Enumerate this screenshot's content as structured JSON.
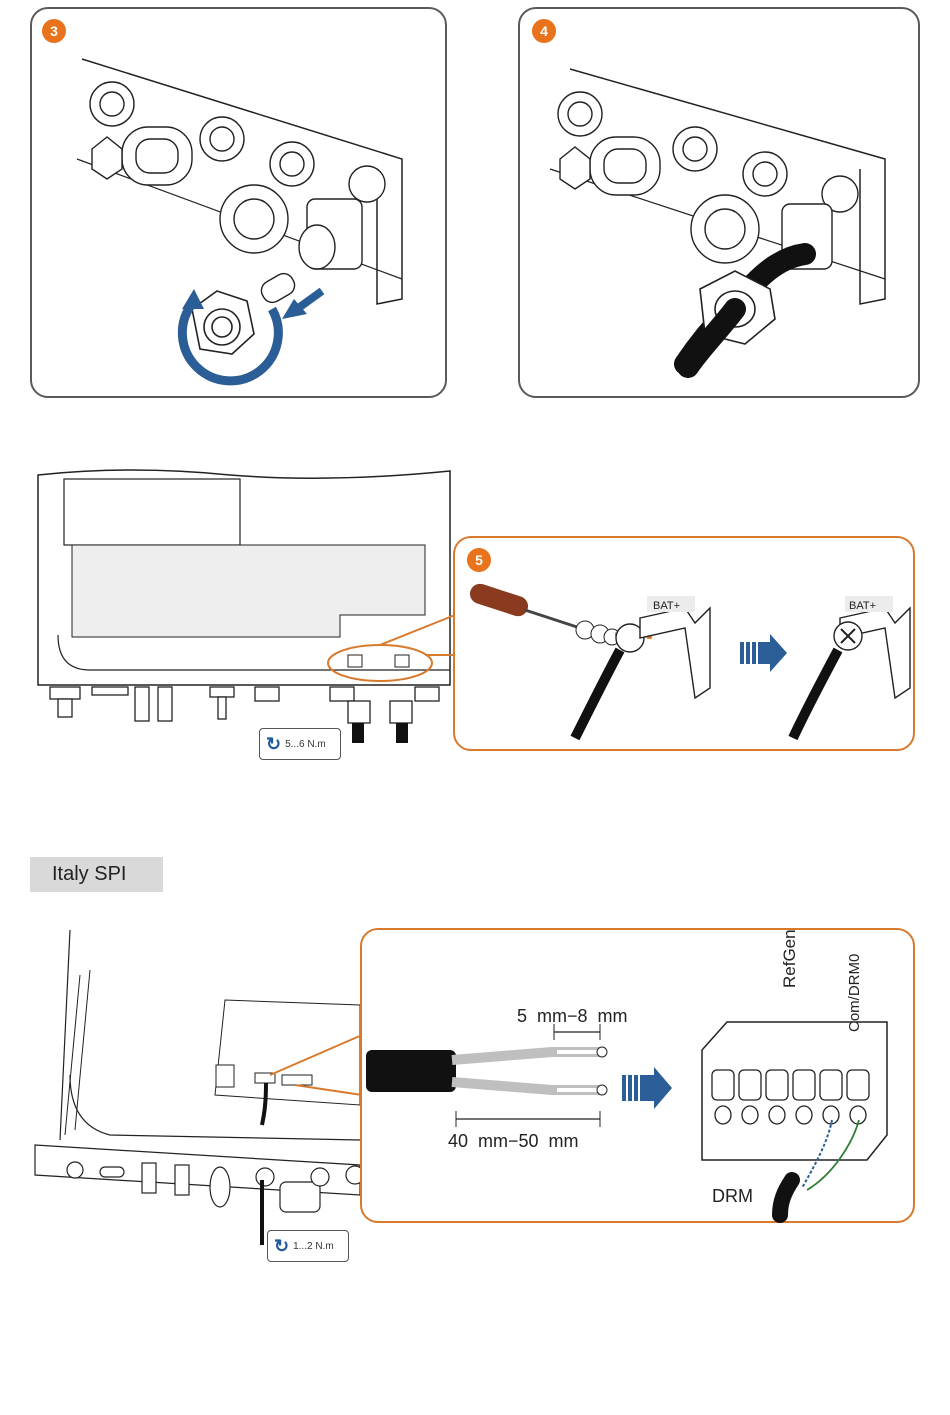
{
  "steps": {
    "step3": {
      "badge": "3"
    },
    "step4": {
      "badge": "4"
    },
    "step5": {
      "badge": "5",
      "terminal_label_1": "BAT+",
      "terminal_label_2": "BAT+"
    }
  },
  "torque_battery": {
    "value": "5...6 N.m"
  },
  "section": {
    "title": "Italy SPI"
  },
  "italy_spi": {
    "strip_short": "5  mm−8  mm",
    "strip_long": "40  mm−50  mm",
    "terminal_refgen": "RefGen",
    "terminal_com": "Com/DRM0",
    "cable_label": "DRM",
    "torque": "1...2 N.m"
  },
  "colors": {
    "accent_orange": "#e8731c",
    "panel_orange_border": "#d77a2e",
    "arrow_blue": "#2b5d96",
    "panel_gray_border": "#5a5a5a"
  }
}
